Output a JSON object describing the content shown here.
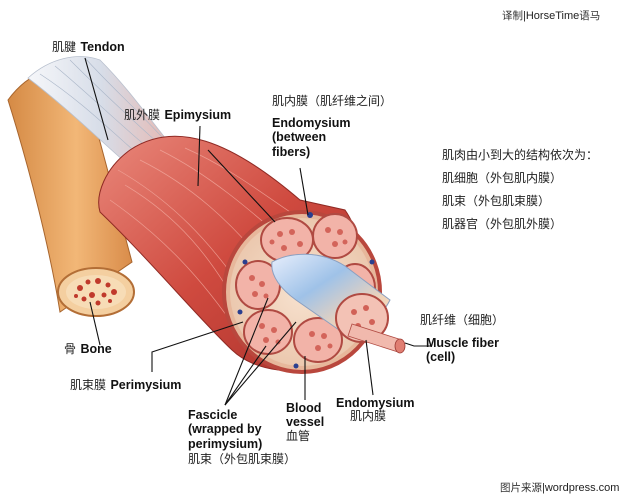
{
  "credits": {
    "top_zh": "译制",
    "top_sep": "|",
    "top_en": "HorseTime",
    "top_zh2": "语马",
    "bottom_zh": "图片来源",
    "bottom_sep": "|",
    "bottom_en": "wordpress.com"
  },
  "labels": {
    "tendon": {
      "zh": "肌腱",
      "en": "Tendon"
    },
    "epimysium": {
      "zh": "肌外膜",
      "en": "Epimysium"
    },
    "endomysium_top": {
      "zh": "肌内膜（肌纤维之间）",
      "en_lines": [
        "Endomysium",
        "(between",
        "fibers)"
      ]
    },
    "bone": {
      "zh": "骨",
      "en": "Bone"
    },
    "perimysium": {
      "zh": "肌束膜",
      "en": "Perimysium"
    },
    "fascicle": {
      "en_lines": [
        "Fascicle",
        "(wrapped by",
        "perimysium)"
      ],
      "zh": "肌束（外包肌束膜）"
    },
    "blood_vessel": {
      "en_lines": [
        "Blood",
        "vessel"
      ],
      "zh": "血管"
    },
    "endomysium_bottom": {
      "en": "Endomysium",
      "zh": "肌内膜"
    },
    "muscle_fiber": {
      "zh": "肌纤维（细胞）",
      "en_lines": [
        "Muscle fiber",
        "(cell)"
      ]
    }
  },
  "note": {
    "heading": "肌肉由小到大的结构依次为：",
    "items": [
      "肌细胞（外包肌内膜）",
      "肌束（外包肌束膜）",
      "肌器官（外包肌外膜）"
    ]
  },
  "colors": {
    "muscle_red": "#c8433a",
    "tendon_white": "#e8ecf2",
    "bone_orange": "#e9a25d",
    "fascicle_pink": "#f2b3a8",
    "endomysium_blue": "#2a3f8f"
  }
}
